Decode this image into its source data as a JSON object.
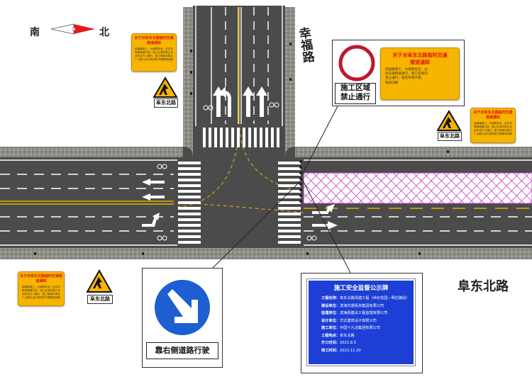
{
  "compass": {
    "left_label": "南",
    "right_label": "北"
  },
  "roads": {
    "vertical_road_name": "幸福路",
    "horizontal_road_name": "阜东北路"
  },
  "notices": {
    "title": "关于对阜东北路临时交通借道通知",
    "title_line1": "关于对阜东北路临时交通",
    "title_line2": "借道通知",
    "body_lines": [
      "因道路施工，为保障安全，过往车辆请借道行驶，施工区域内禁止机动车及行人通行，施工期间对周边广大群众出行带来的不便敬请谅解",
      "因道路施工，为保障安全，过",
      "往车辆借道通行，施工区域内",
      "禁止通行，给您带来不便，",
      "敬请谅解"
    ]
  },
  "warn_signs": {
    "label": "阜东北路"
  },
  "callouts": {
    "closed": {
      "line1": "施工区域",
      "line2": "禁止通行"
    },
    "keep_right": {
      "caption": "靠右侧道路行驶"
    }
  },
  "board": {
    "title": "施工安全监督公示牌",
    "rows": [
      {
        "k": "工程名称：",
        "v": "阜东北路改建工程（世纪花园—明达路段）"
      },
      {
        "k": "建设单位：",
        "v": "滨海交通投资集团有限公司"
      },
      {
        "k": "监理单位：",
        "v": "滨海县建设工程监理有限公司"
      },
      {
        "k": "设计单位：",
        "v": "华达建筑设计有限公司"
      },
      {
        "k": "施工单位：",
        "v": "中国十九冶集团有限公司"
      },
      {
        "k": "工程地点：",
        "v": "阜东北路"
      },
      {
        "k": "开工时间：",
        "v": "2022.8.5"
      },
      {
        "k": "竣工时间：",
        "v": "2022.11.30"
      }
    ]
  },
  "colors": {
    "asphalt": "#4b4b4b",
    "curb": "#8e8c86",
    "notice_yellow": "#f7b500",
    "notice_title_red": "#dd1111",
    "closed_zone_hatch": "#c23ac4",
    "sign_blue": "#1d5fd0",
    "board_blue": "#1d3fd6",
    "center_line_yellow": "#e0b000"
  },
  "icons": [
    "compass-arrow-icon",
    "no-entry-sign-icon",
    "roadwork-warning-icon",
    "keep-right-arrow-icon",
    "bicycle-icon",
    "lane-arrow-icon"
  ]
}
